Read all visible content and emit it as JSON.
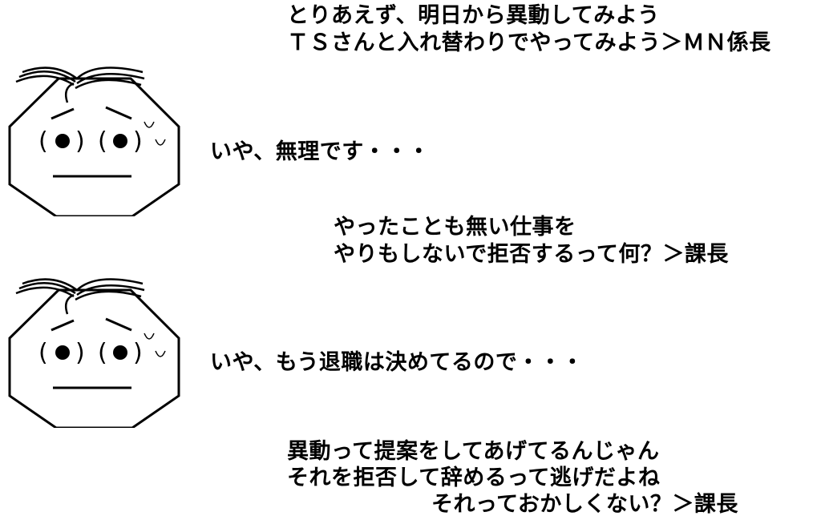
{
  "colors": {
    "ink": "#000000",
    "background": "#ffffff"
  },
  "panels": [
    {
      "face": "worried-face-icon",
      "dialogue": {
        "top_lines": [
          "とりあえず、明日から異動してみよう",
          "ＴＳさんと入れ替わりでやってみよう＞ＭＮ係長"
        ],
        "reply": "いや、無理です・・・"
      }
    },
    {
      "face": "worried-face-icon",
      "dialogue": {
        "top_lines": [
          "やったことも無い仕事を",
          "やりもしないで拒否するって何？＞課長"
        ],
        "reply": "いや、もう退職は決めてるので・・・"
      }
    }
  ],
  "closing": {
    "lines": [
      "異動って提案をしてあげてるんじゃん",
      "それを拒否して辞めるって逃げだよね",
      "それっておかしくない？＞課長"
    ]
  }
}
